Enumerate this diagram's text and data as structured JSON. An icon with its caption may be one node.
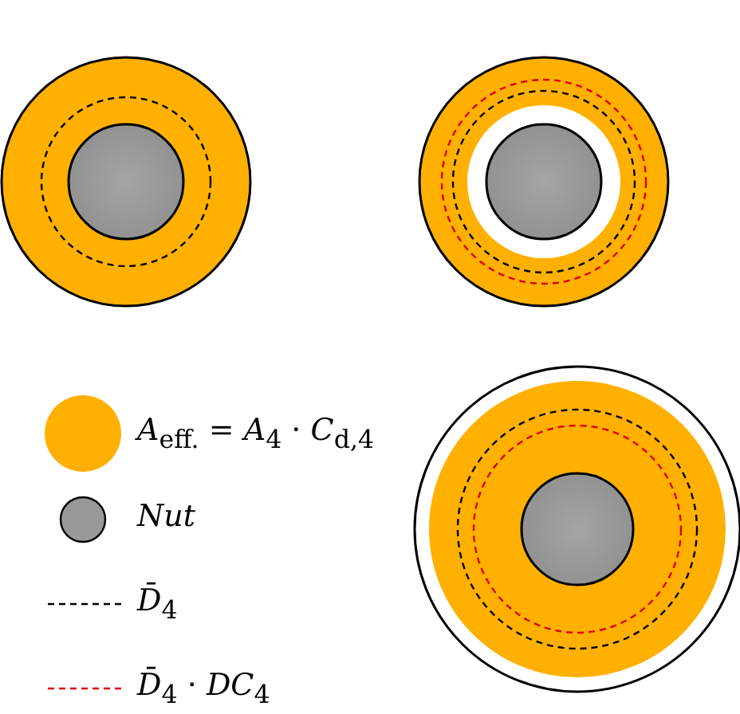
{
  "diagram": {
    "legend": [
      {
        "text": "*A*$_{eff.}$ = *A*$_{4}$ · *C*$_{d,4}$",
        "color": "#ffb000"
      },
      {
        "text": "Nut",
        "color": "#999999"
      },
      {
        "text": "*D̄*$_{4}$"
      },
      {
        "text": "*D̄*$_{4}$ · *DC*$_{4}$"
      }
    ]
  }
}
